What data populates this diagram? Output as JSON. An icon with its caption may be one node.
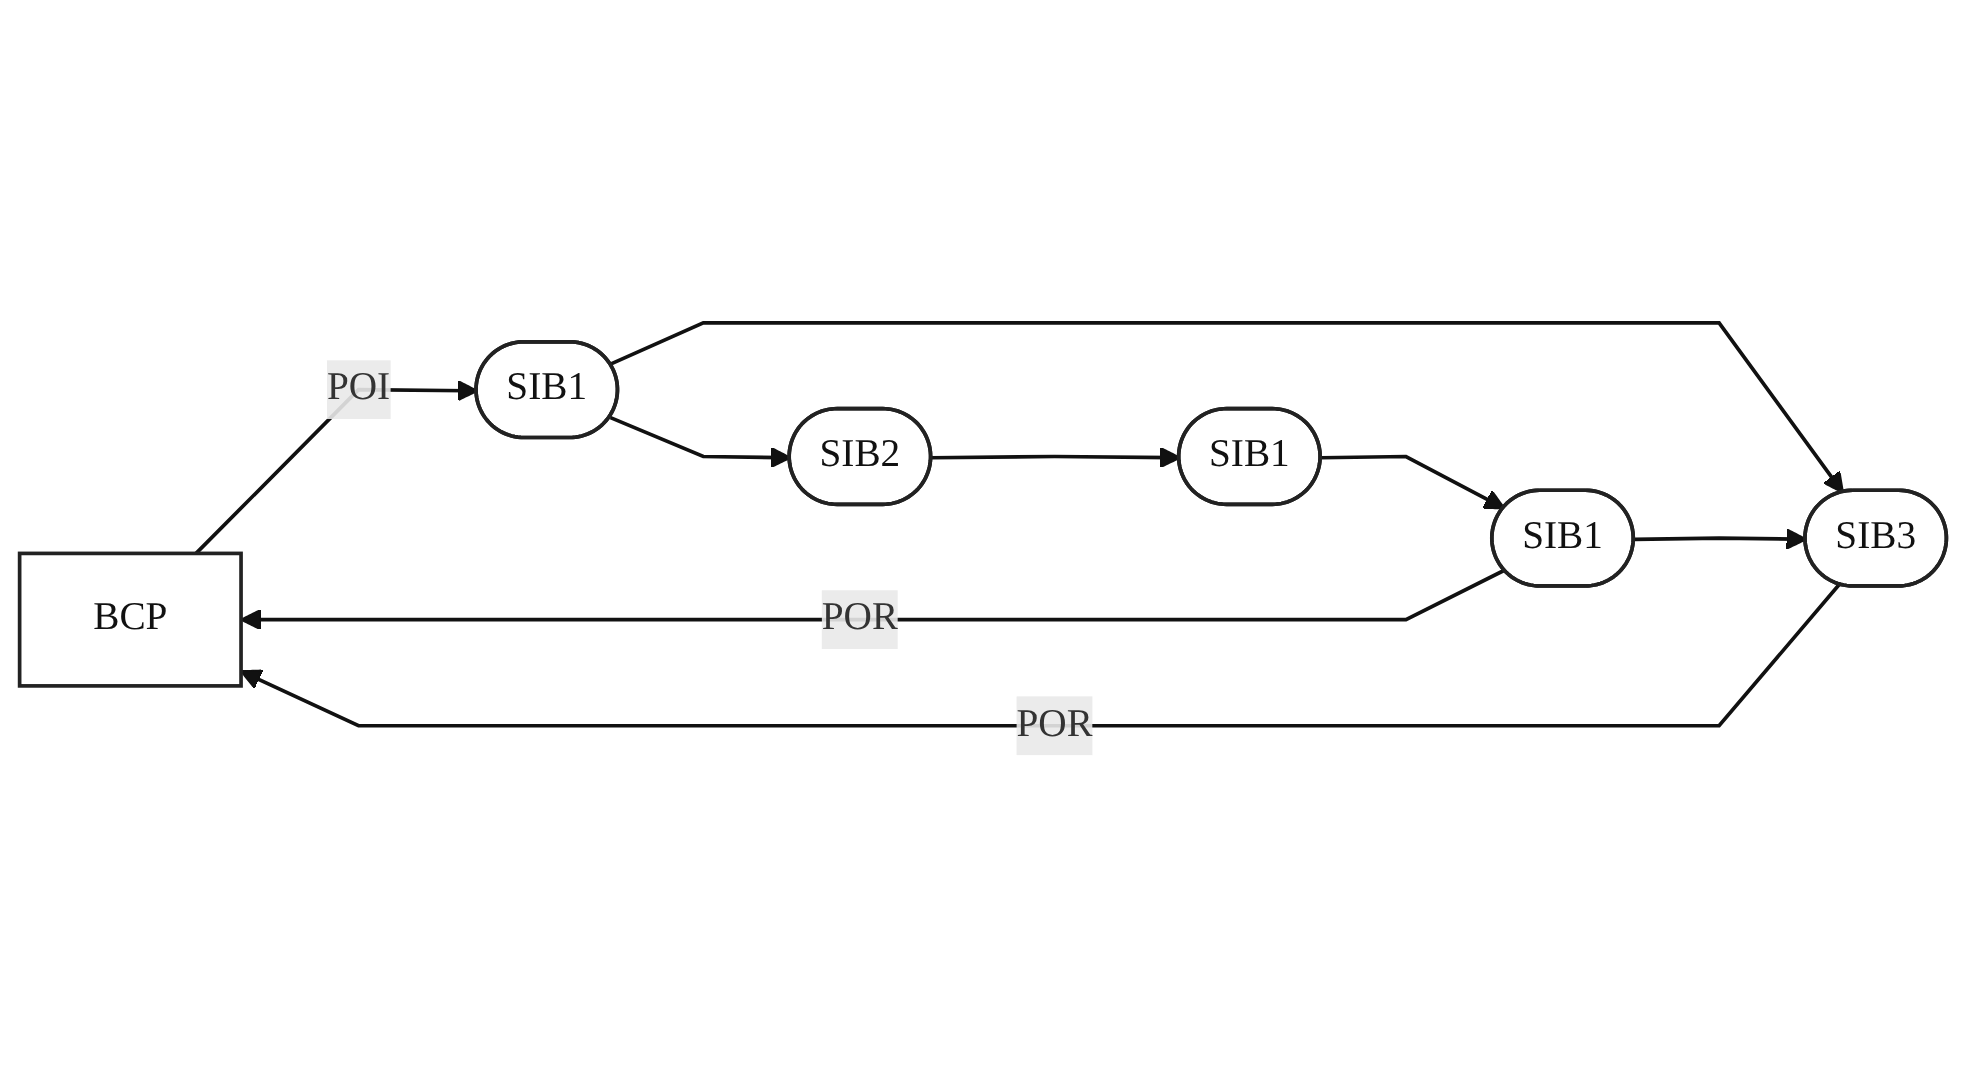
{
  "diagram": {
    "nodes": [
      {
        "text": [
          "BCP"
        ]
      },
      {
        "text": [
          "SIB1"
        ]
      },
      {
        "text": [
          "SIB2"
        ]
      },
      {
        "text": [
          "SIB1"
        ]
      },
      {
        "text": [
          "SIB3"
        ]
      },
      {
        "text": [
          "SIB1"
        ]
      }
    ],
    "edges": [
      {
        "from": 0,
        "to": 1,
        "label": "POI",
        "arrow": "to"
      },
      {
        "from": 1,
        "to": 2,
        "arrow": "to"
      },
      {
        "from": 1,
        "to": 4,
        "arrow": "to"
      },
      {
        "from": 2,
        "to": 3,
        "arrow": "to"
      },
      {
        "from": 3,
        "to": 5,
        "arrow": "to"
      },
      {
        "from": 5,
        "to": 4,
        "arrow": "to"
      },
      {
        "from": 4,
        "to": 0,
        "label": "POR",
        "arrow": "to"
      },
      {
        "from": 5,
        "to": 0,
        "label": "POR",
        "arrow": "to"
      }
    ]
  }
}
